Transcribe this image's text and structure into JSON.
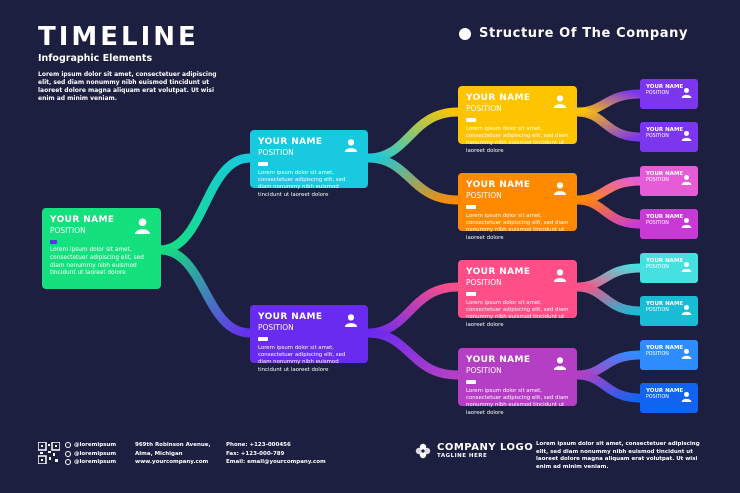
{
  "header": {
    "title": "TIMELINE",
    "subtitle": "Infographic Elements",
    "intro": "Lorem ipsum dolor sit amet, consectetuer adipiscing elit, sed diam nonummy nibh euismod tincidunt ut laoreet dolore magna aliquam erat volutpat. Ut wisi enim ad minim veniam.",
    "structure_title": "Structure Of The Company"
  },
  "colors": {
    "background": "#1c1f3f",
    "root": "#15e07e",
    "level1_top": "#19c9df",
    "level1_bottom": "#6a2bf0",
    "level2": [
      "#ffc400",
      "#ff8a00",
      "#ff4f86",
      "#b43fc4"
    ],
    "level3": [
      "#7b36ee",
      "#7b36ee",
      "#e65cd6",
      "#c83ad6",
      "#46e0e0",
      "#18bcd4",
      "#2f8cff",
      "#1164f0"
    ]
  },
  "cards": {
    "root": {
      "name": "YOUR NAME",
      "position": "POSITION",
      "desc": "Lorem ipsum dolor sit amet, consectetuer adipiscing elit, sed diam nonummy nibh euismod tincidunt ut laoreet dolore"
    },
    "l1": [
      {
        "name": "YOUR NAME",
        "position": "POSITION",
        "desc": "Lorem ipsum dolor sit amet, consectetuer adipiscing elit, sed diam nonummy nibh euismod tincidunt ut laoreet dolore"
      },
      {
        "name": "YOUR NAME",
        "position": "POSITION",
        "desc": "Lorem ipsum dolor sit amet, consectetuer adipiscing elit, sed diam nonummy nibh euismod tincidunt ut laoreet dolore"
      }
    ],
    "l2": [
      {
        "name": "YOUR NAME",
        "position": "POSITION",
        "desc": "Lorem ipsum dolor sit amet, consectetuer adipiscing elit, sed diam nonummy nibh euismod tincidunt ut laoreet dolore"
      },
      {
        "name": "YOUR NAME",
        "position": "POSITION",
        "desc": "Lorem ipsum dolor sit amet, consectetuer adipiscing elit, sed diam nonummy nibh euismod tincidunt ut laoreet dolore"
      },
      {
        "name": "YOUR NAME",
        "position": "POSITION",
        "desc": "Lorem ipsum dolor sit amet, consectetuer adipiscing elit, sed diam nonummy nibh euismod tincidunt ut laoreet dolore"
      },
      {
        "name": "YOUR NAME",
        "position": "POSITION",
        "desc": "Lorem ipsum dolor sit amet, consectetuer adipiscing elit, sed diam nonummy nibh euismod tincidunt ut laoreet dolore"
      }
    ],
    "l3": [
      {
        "name": "YOUR NAME",
        "position": "POSITION"
      },
      {
        "name": "YOUR NAME",
        "position": "POSITION"
      },
      {
        "name": "YOUR NAME",
        "position": "POSITION"
      },
      {
        "name": "YOUR NAME",
        "position": "POSITION"
      },
      {
        "name": "YOUR NAME",
        "position": "POSITION"
      },
      {
        "name": "YOUR NAME",
        "position": "POSITION"
      },
      {
        "name": "YOUR NAME",
        "position": "POSITION"
      },
      {
        "name": "YOUR NAME",
        "position": "POSITION"
      }
    ]
  },
  "footer": {
    "social": [
      "@loremipsum",
      "@loremipsum",
      "@loremipsum"
    ],
    "address": [
      "969th  Robinson Avenue,",
      "Alma, Michigan",
      "www.yourcompany.com"
    ],
    "contact": [
      "Phone: +123-000456",
      "Fax: +123-000-789",
      "Email: email@yourcompany.com"
    ],
    "logo_title": "COMPANY LOGO",
    "logo_tagline": "TAGLINE HERE",
    "text": "Lorem ipsum dolor sit amet, consectetuer adipiscing elit, sed diam nonummy nibh euismod tincidunt ut laoreet dolore magna aliquam erat volutpat. Ut wisi enim ad minim veniam."
  }
}
